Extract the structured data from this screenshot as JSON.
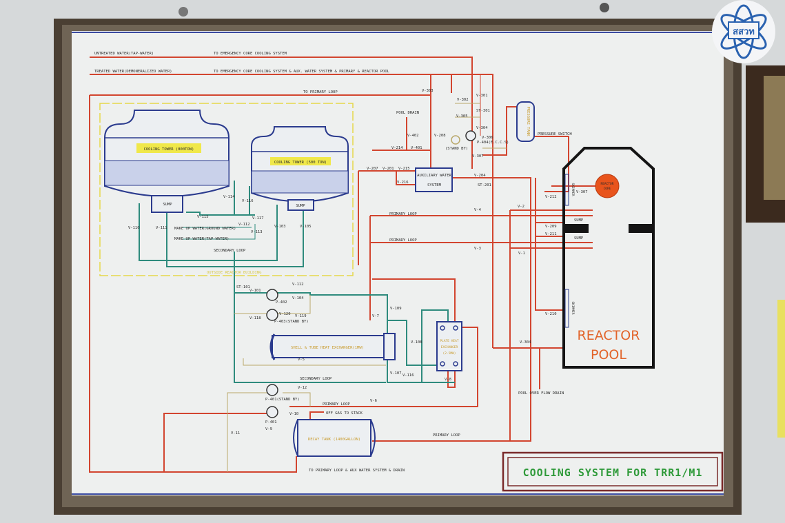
{
  "logo": {
    "text": "สสวท",
    "color": "#2a62b0"
  },
  "colors": {
    "primary_loop": "#d2452f",
    "secondary_loop": "#2e8b7d",
    "equipment": "#2b3b8e",
    "frame": "#4a3f33",
    "title_text": "#2f9a3a"
  },
  "supply_lines": {
    "untreated": "UNTREATED WATER(TAP-WATER)",
    "untreated_dest": "TO EMERGENCY CORE COOLING SYSTEM",
    "treated": "TREATED WATER(DEMONERALIZED WATER)",
    "treated_dest": "TO EMERGENCY CORE COOLING SYSTEM & AUX. WATER SYSTEM & PRIMARY & REACTOR POOL",
    "to_primary": "TO PRIMARY LOOP"
  },
  "equipment": {
    "tower1": "COOLING TOWER (800TON)",
    "tower2": "COOLING TOWER (500 TON)",
    "sump": "SUMP",
    "aux_line1": "AUXILIARY WATER",
    "aux_line2": "SYSTEM",
    "pressure_tank": "PRESSURE TANK",
    "pressure_switch": "PRESSURE SWITCH",
    "reactor_core_1": "REACTOR",
    "reactor_core_2": "CORE",
    "reactor_pool_1": "REACTOR",
    "reactor_pool_2": "POOL",
    "skimmer": "SKIMMER",
    "shell_tube": "SHELL & TUBE HEAT EXCHANGER(1MW)",
    "plate_1": "PLATE HEAT",
    "plate_2": "EXCHANGER",
    "plate_3": "(2.5MW)",
    "decay_tank": "DECAY TANK (1400GALLON)",
    "outside_building": "OUTSIDE REACTOR BUILDING"
  },
  "flow_labels": {
    "makeup_ground": "MAKE UP WATER(GROUND WATER)",
    "makeup_tap": "MAKE UP WATER(TAP-WATER)",
    "secondary_loop": "SECONDARY LOOP",
    "primary_loop": "PRIMARY LOOP",
    "pool_drain": "POOL DRAIN",
    "overflow_drain": "POOL OVER FLOW DRAIN",
    "off_gas": "OFF GAS TO STACK",
    "bottom_return": "TO PRIMARY LOOP & AUX WATER SYSTEM & DRAIN",
    "standby": "(STAND BY)"
  },
  "tags": [
    "V-303",
    "V-302",
    "V-301",
    "ST-301",
    "V-305",
    "V-304",
    "V-306",
    "P-404(E.C.C.S)",
    "V-307",
    "V-402",
    "V-208",
    "V-214",
    "V-401",
    "V-207",
    "V-201",
    "V-215",
    "V-216",
    "V-204",
    "ST-201",
    "V-212",
    "V-307",
    "V-4",
    "V-2",
    "V-209",
    "V-211",
    "V-3",
    "V-1",
    "V-210",
    "V-304",
    "V-114",
    "V-116",
    "V-110",
    "V-111",
    "V-115",
    "V-117",
    "V-112",
    "V-113",
    "V-103",
    "V-105",
    "ST-101",
    "V-101",
    "V-112",
    "V-104",
    "P-402",
    "V-118",
    "V-120",
    "V-119",
    "P-403(STAND BY)",
    "V-7",
    "V-109",
    "V-108",
    "V-107",
    "V-116",
    "V-8",
    "V-5",
    "V-12",
    "P-401(STAND BY)",
    "V-6",
    "V-10",
    "P-401",
    "V-9",
    "V-11"
  ],
  "title": "COOLING SYSTEM FOR TRR1/M1"
}
